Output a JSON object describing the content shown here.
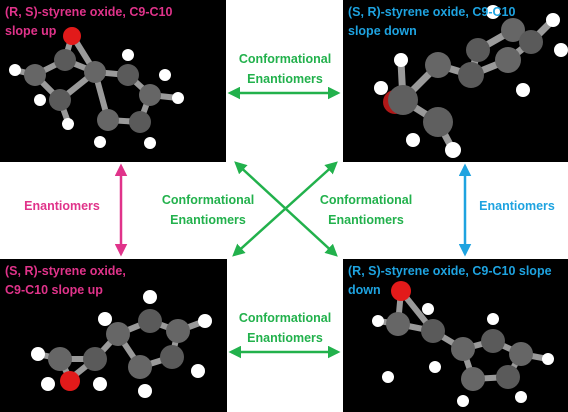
{
  "colors": {
    "green": "#22b14c",
    "pink": "#e0338a",
    "blue": "#1ea3e0",
    "panel_bg": "#000000",
    "carbon": "#555555",
    "hydrogen": "#ffffff",
    "oxygen": "#e21a1a"
  },
  "panels": {
    "top_left": {
      "label": "(R, S)-styrene oxide, C9-C10\nslope up"
    },
    "top_right": {
      "label": "(S, R)-styrene oxide, C9-C10\nslope down"
    },
    "bottom_left": {
      "label": "(S, R)-styrene oxide,\nC9-C10 slope up"
    },
    "bottom_right": {
      "label": "(R, S)-styrene oxide, C9-C10 slope\ndown"
    }
  },
  "relations": {
    "top": "Conformational\nEnantiomers",
    "bottom": "Conformational\nEnantiomers",
    "diag_left": "Conformational\nEnantiomers",
    "diag_right": "Conformational\nEnantiomers",
    "left": "Enantiomers",
    "right": "Enantiomers"
  }
}
